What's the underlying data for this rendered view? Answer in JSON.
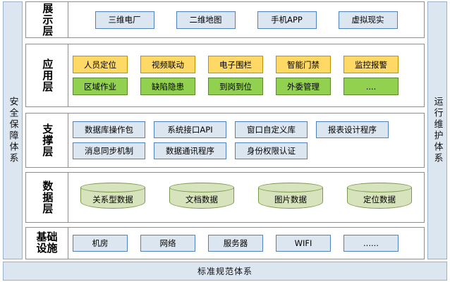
{
  "sides": {
    "left_label": "安全保障体系",
    "right_label": "运行维护体系"
  },
  "bottom": {
    "label": "标准规范体系"
  },
  "colors": {
    "blue_fill": "#DCE6F1",
    "blue_border": "#4F81BD",
    "yellow_fill": "#FFD966",
    "yellow_border": "#BF9000",
    "green_fill": "#92D050",
    "green_border": "#5B8A2B",
    "cylinder_fill": "#D6E3BC",
    "cylinder_border": "#7C9A4E",
    "frame_border": "#8E8E8E"
  },
  "layers": {
    "presentation": {
      "label": "展示层",
      "items": [
        {
          "text": "三维电厂",
          "style": "blue"
        },
        {
          "text": "二维地图",
          "style": "blue"
        },
        {
          "text": "手机APP",
          "style": "blue"
        },
        {
          "text": "虚拟现实",
          "style": "blue"
        }
      ]
    },
    "application": {
      "label": "应用层",
      "row1": [
        {
          "text": "人员定位",
          "style": "yellow"
        },
        {
          "text": "视频联动",
          "style": "yellow"
        },
        {
          "text": "电子围栏",
          "style": "yellow"
        },
        {
          "text": "智能门禁",
          "style": "yellow"
        },
        {
          "text": "监控报警",
          "style": "yellow"
        }
      ],
      "row2": [
        {
          "text": "区域作业",
          "style": "green"
        },
        {
          "text": "缺陷隐患",
          "style": "green"
        },
        {
          "text": "到岗到位",
          "style": "green"
        },
        {
          "text": "外委管理",
          "style": "green"
        },
        {
          "text": "....",
          "style": "green"
        }
      ]
    },
    "support": {
      "label": "支撑层",
      "row1": [
        {
          "text": "数据库操作包",
          "style": "blue"
        },
        {
          "text": "系统接口API",
          "style": "blue"
        },
        {
          "text": "窗口自定义库",
          "style": "blue"
        },
        {
          "text": "报表设计程序",
          "style": "blue"
        }
      ],
      "row2": [
        {
          "text": "消息同步机制",
          "style": "blue"
        },
        {
          "text": "数据通讯程序",
          "style": "blue"
        },
        {
          "text": "身份权限认证",
          "style": "blue"
        }
      ]
    },
    "data": {
      "label": "数据层",
      "items": [
        {
          "text": "关系型数据"
        },
        {
          "text": "文档数据"
        },
        {
          "text": "图片数据"
        },
        {
          "text": "定位数据"
        }
      ]
    },
    "infrastructure": {
      "label": "基础设施",
      "items": [
        {
          "text": "机房",
          "style": "blue"
        },
        {
          "text": "网络",
          "style": "blue"
        },
        {
          "text": "服务器",
          "style": "blue"
        },
        {
          "text": "WIFI",
          "style": "blue"
        },
        {
          "text": "......",
          "style": "blue"
        }
      ]
    }
  }
}
